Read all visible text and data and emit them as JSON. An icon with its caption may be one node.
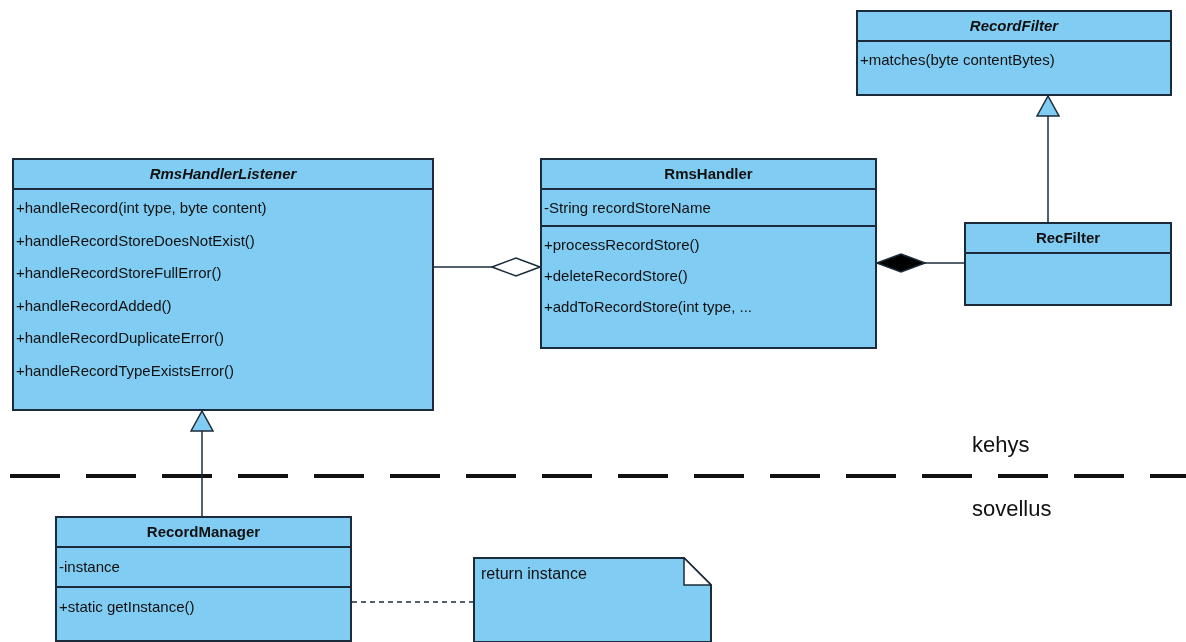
{
  "diagram": {
    "nodes": [
      {
        "text": [
          "RecordFilter",
          "+matches(byte contentBytes)"
        ]
      },
      {
        "text": [
          "RmsHandlerListener",
          "+handleRecord(int type, byte content)",
          "+handleRecordStoreDoesNotExist()",
          "+handleRecordStoreFullError()",
          "+handleRecordAdded()",
          "+handleRecordDuplicateError()",
          "+handleRecordTypeExistsError()"
        ]
      },
      {
        "text": [
          "RmsHandler",
          "-String recordStoreName",
          "+processRecordStore()",
          "+deleteRecordStore()",
          "+addToRecordStore(int type, ..."
        ]
      },
      {
        "text": [
          "RecFilter"
        ]
      },
      {
        "text": [
          "RecordManager",
          "-instance",
          "+static getInstance()"
        ]
      },
      {
        "text": [
          "return instance"
        ]
      }
    ],
    "edges": [
      {
        "from": 1,
        "to": 2,
        "arrow": "other"
      },
      {
        "from": 3,
        "to": 2,
        "arrow": "other"
      },
      {
        "from": 3,
        "to": 0,
        "arrow": "to"
      },
      {
        "from": 4,
        "to": 1,
        "arrow": "to"
      },
      {
        "from": 4,
        "to": 5,
        "arrow": "none",
        "style": "dashed"
      }
    ],
    "labels": [
      "kehys",
      "sovellus"
    ]
  }
}
